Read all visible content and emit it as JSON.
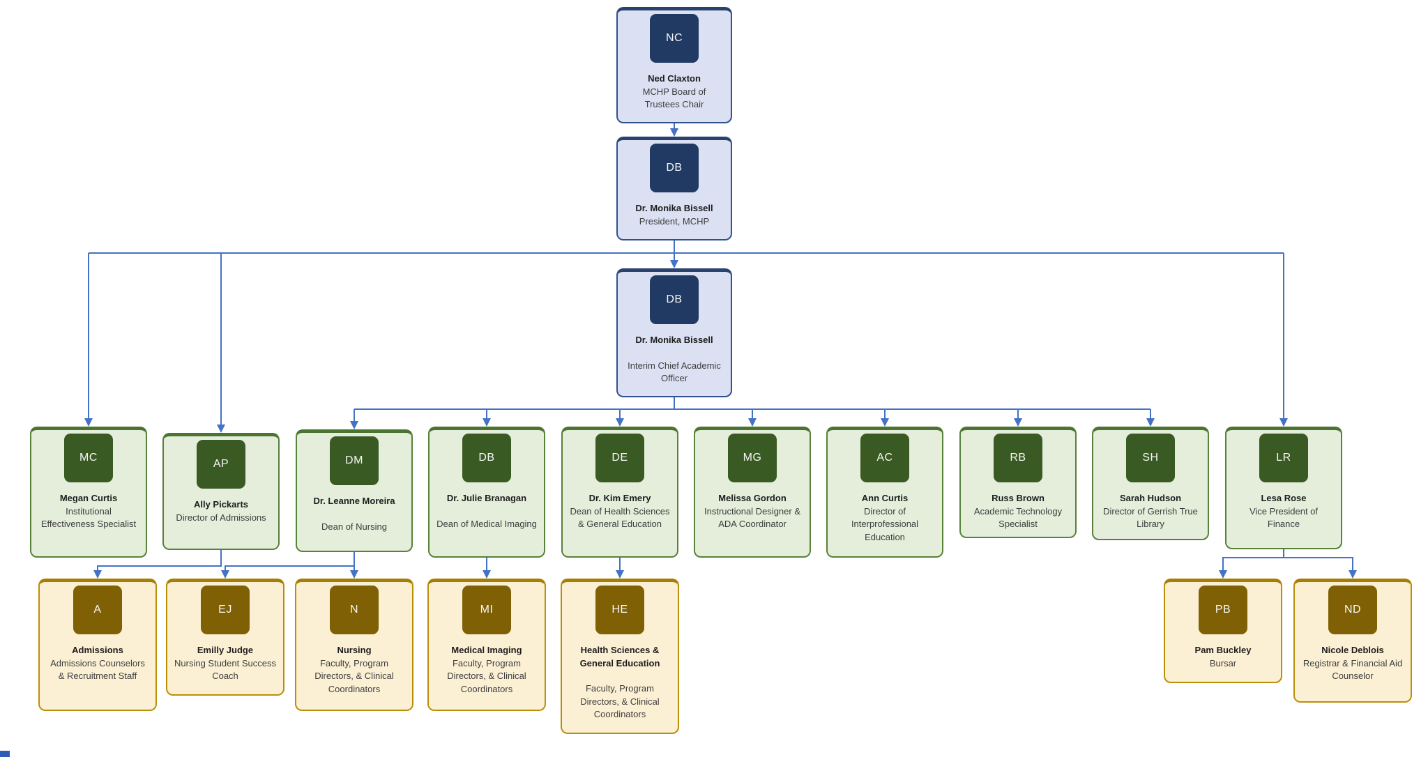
{
  "chart_type": "org-chart",
  "colors": {
    "level1_fill": "#dbe1f3",
    "level1_border": "#30508f",
    "level1_badge": "#203a64",
    "level2_fill": "#e4eedb",
    "level2_border": "#57823a",
    "level2_badge": "#3a5a23",
    "level3_fill": "#fcf0d4",
    "level3_border": "#bb8e09",
    "level3_badge": "#7f6005",
    "connector": "#4472c4",
    "background": "#ffffff"
  },
  "nodes": [
    {
      "id": "nc",
      "initials": "NC",
      "name": "Ned Claxton",
      "title": "MCHP Board of Trustees Chair",
      "color": "blue",
      "gap": false
    },
    {
      "id": "pres",
      "initials": "DB",
      "name": "Dr. Monika Bissell",
      "title": "President, MCHP",
      "color": "blue",
      "gap": false
    },
    {
      "id": "cao",
      "initials": "DB",
      "name": "Dr. Monika Bissell",
      "title": "Interim Chief Academic Officer",
      "color": "blue",
      "gap": true
    },
    {
      "id": "mc",
      "initials": "MC",
      "name": "Megan Curtis",
      "title": "Institutional Effectiveness Specialist",
      "color": "green",
      "gap": false
    },
    {
      "id": "ap",
      "initials": "AP",
      "name": "Ally Pickarts",
      "title": "Director of Admissions",
      "color": "green",
      "gap": false
    },
    {
      "id": "dm",
      "initials": "DM",
      "name": "Dr. Leanne Moreira",
      "title": "Dean of Nursing",
      "color": "green",
      "gap": true
    },
    {
      "id": "dbj",
      "initials": "DB",
      "name": "Dr. Julie Branagan",
      "title": "Dean of Medical Imaging",
      "color": "green",
      "gap": true
    },
    {
      "id": "de",
      "initials": "DE",
      "name": "Dr. Kim Emery",
      "title": "Dean of Health Sciences & General Education",
      "color": "green",
      "gap": false
    },
    {
      "id": "mg",
      "initials": "MG",
      "name": "Melissa Gordon",
      "title": "Instructional Designer & ADA Coordinator",
      "color": "green",
      "gap": false
    },
    {
      "id": "ac",
      "initials": "AC",
      "name": "Ann Curtis",
      "title": "Director of Interprofessional Education",
      "color": "green",
      "gap": false
    },
    {
      "id": "rb",
      "initials": "RB",
      "name": "Russ Brown",
      "title": "Academic Technology Specialist",
      "color": "green",
      "gap": false
    },
    {
      "id": "sh",
      "initials": "SH",
      "name": "Sarah Hudson",
      "title": "Director of Gerrish True Library",
      "color": "green",
      "gap": false
    },
    {
      "id": "lr",
      "initials": "LR",
      "name": "Lesa Rose",
      "title": "Vice President of Finance",
      "color": "green",
      "gap": false
    },
    {
      "id": "adm",
      "initials": "A",
      "name": "Admissions",
      "title": "Admissions Counselors & Recruitment Staff",
      "color": "gold",
      "gap": false
    },
    {
      "id": "ej",
      "initials": "EJ",
      "name": "Emilly Judge",
      "title": "Nursing Student Success Coach",
      "color": "gold",
      "gap": false
    },
    {
      "id": "nur",
      "initials": "N",
      "name": "Nursing",
      "title": "Faculty, Program Directors, & Clinical Coordinators",
      "color": "gold",
      "gap": false
    },
    {
      "id": "mi",
      "initials": "MI",
      "name": "Medical Imaging",
      "title": "Faculty, Program Directors, & Clinical Coordinators",
      "color": "gold",
      "gap": false
    },
    {
      "id": "he",
      "initials": "HE",
      "name": "Health Sciences & General Education",
      "title": "Faculty, Program Directors, & Clinical Coordinators",
      "color": "gold",
      "gap": true
    },
    {
      "id": "pb",
      "initials": "PB",
      "name": "Pam Buckley",
      "title": "Bursar",
      "color": "gold",
      "gap": false
    },
    {
      "id": "nd",
      "initials": "ND",
      "name": "Nicole Deblois",
      "title": "Registrar & Financial Aid Counselor",
      "color": "gold",
      "gap": false
    }
  ],
  "edges": [
    [
      "nc",
      "pres"
    ],
    [
      "pres",
      "cao"
    ],
    [
      "pres",
      "mc"
    ],
    [
      "pres",
      "ap"
    ],
    [
      "pres",
      "lr"
    ],
    [
      "cao",
      "dm"
    ],
    [
      "cao",
      "dbj"
    ],
    [
      "cao",
      "de"
    ],
    [
      "cao",
      "mg"
    ],
    [
      "cao",
      "ac"
    ],
    [
      "cao",
      "rb"
    ],
    [
      "cao",
      "sh"
    ],
    [
      "ap",
      "adm"
    ],
    [
      "dm",
      "ej"
    ],
    [
      "dm",
      "nur"
    ],
    [
      "dbj",
      "mi"
    ],
    [
      "de",
      "he"
    ],
    [
      "lr",
      "pb"
    ],
    [
      "lr",
      "nd"
    ]
  ]
}
